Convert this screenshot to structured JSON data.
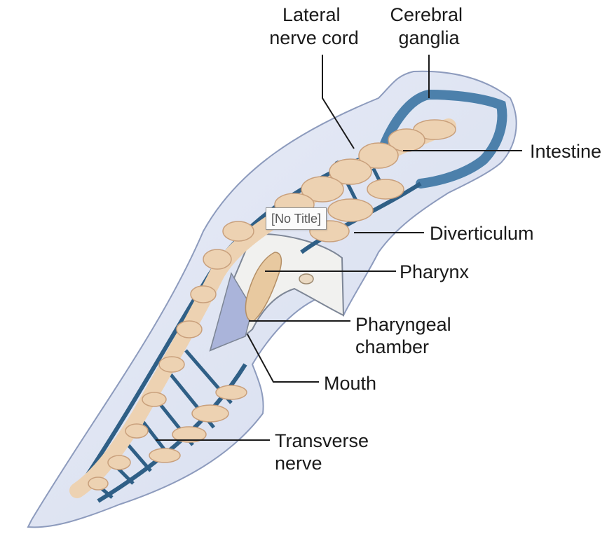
{
  "labels": {
    "lateral_nerve_cord": [
      "Lateral",
      "nerve cord"
    ],
    "cerebral_ganglia": [
      "Cerebral",
      "ganglia"
    ],
    "intestine": "Intestine",
    "diverticulum": "Diverticulum",
    "pharynx": "Pharynx",
    "pharyngeal_chamber": [
      "Pharyngeal",
      "chamber"
    ],
    "mouth": "Mouth",
    "transverse_nerve": [
      "Transverse",
      "nerve"
    ]
  },
  "tooltip": "[No Title]",
  "colors": {
    "body_fill": "#dfe5f3",
    "body_outline": "#8d9bbd",
    "nerve": "#2f5f86",
    "ganglia": "#4c80ab",
    "gut": "#edd2b2",
    "gut_outline": "#c9a07c",
    "pharynx": "#e8c9a0",
    "label_text": "#1a1a1a"
  },
  "icons": [
    "anatomical-flatworm-illustration"
  ]
}
